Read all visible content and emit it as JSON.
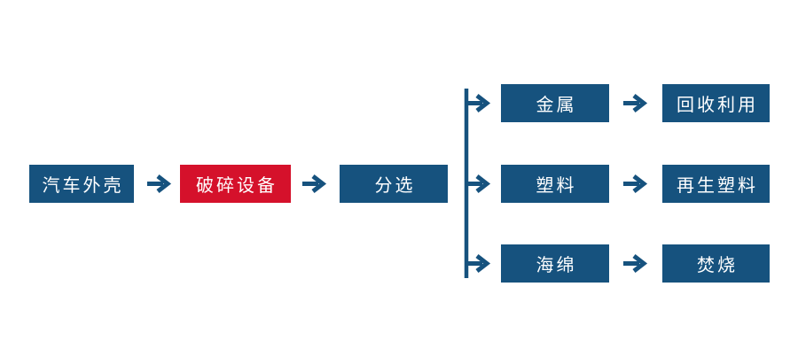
{
  "diagram": {
    "nodes": {
      "source": "汽车外壳",
      "crusher": "破碎设备",
      "sorting": "分选",
      "metal": "金属",
      "metal_output": "回收利用",
      "plastic": "塑料",
      "plastic_output": "再生塑料",
      "sponge": "海绵",
      "sponge_output": "焚烧"
    },
    "colors": {
      "node_blue": "#16527E",
      "node_red": "#D5112B",
      "connector_blue": "#16527E",
      "text_white": "#FFFFFF"
    }
  }
}
